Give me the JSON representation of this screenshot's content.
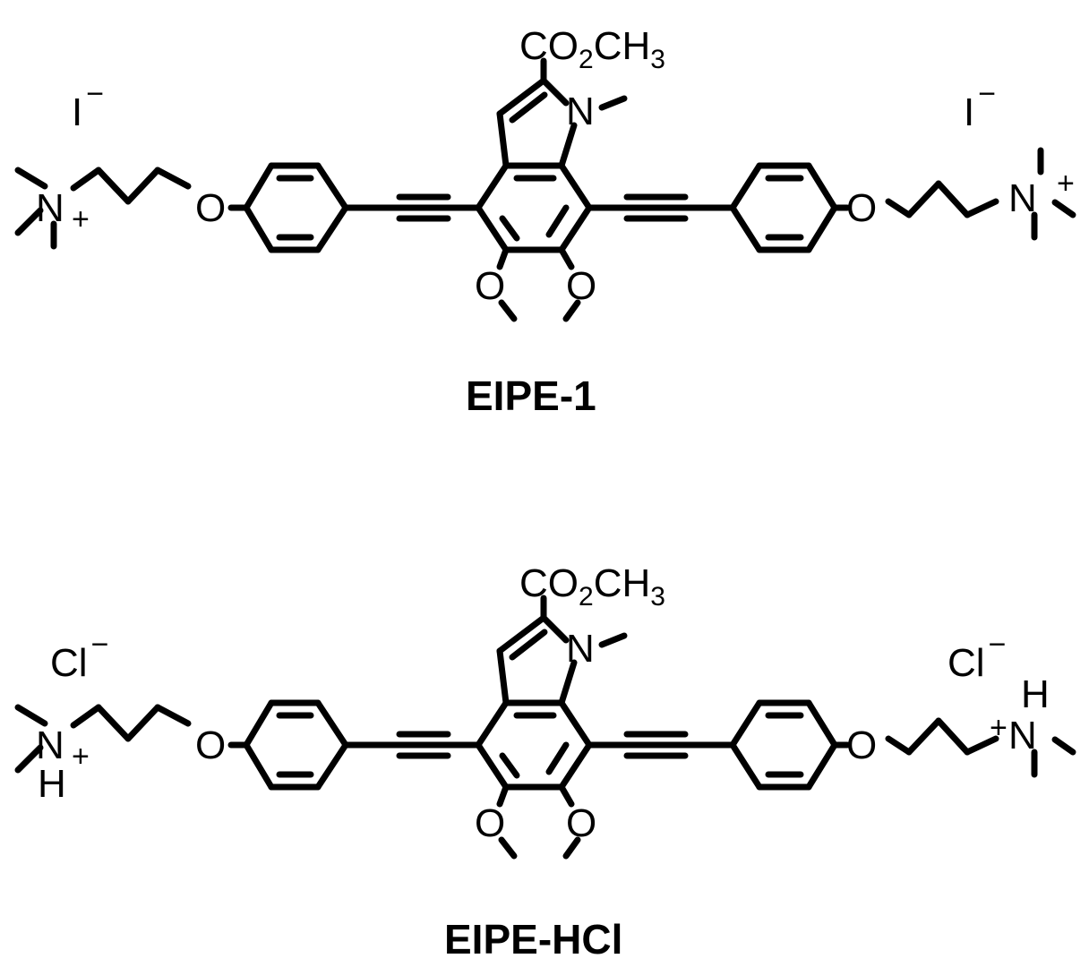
{
  "structures": [
    {
      "caption": "EIPE-1",
      "ester": {
        "a": "CO",
        "sub": "2",
        "b": "CH",
        "sub2": "3"
      },
      "ring_n": "N",
      "ether_o": "O",
      "left_counterion": {
        "el": "I",
        "charge": "−"
      },
      "right_counterion": {
        "el": "I",
        "charge": "−"
      },
      "left_amine": {
        "n": "N",
        "charge": "+",
        "h": ""
      },
      "right_amine": {
        "n": "N",
        "charge": "+",
        "h": ""
      }
    },
    {
      "caption": "EIPE-HCl",
      "ester": {
        "a": "CO",
        "sub": "2",
        "b": "CH",
        "sub2": "3"
      },
      "ring_n": "N",
      "ether_o": "O",
      "left_counterion": {
        "el": "Cl",
        "charge": "−"
      },
      "right_counterion": {
        "el": "Cl",
        "charge": "−"
      },
      "left_amine": {
        "n": "N",
        "charge": "+",
        "h": "H"
      },
      "right_amine": {
        "n": "N",
        "charge": "+",
        "h": "H"
      }
    }
  ]
}
